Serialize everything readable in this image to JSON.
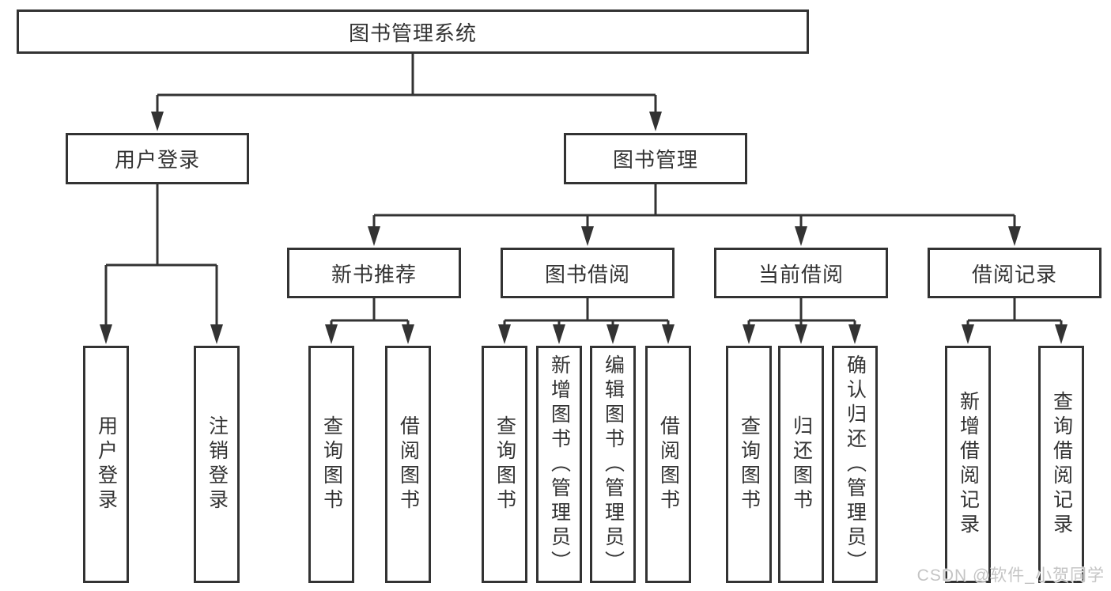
{
  "title": "图书管理系统",
  "tree": {
    "login": {
      "label": "用户登录",
      "children": [
        "用户登录",
        "注销登录"
      ]
    },
    "management": {
      "label": "图书管理",
      "sections": {
        "recommend": {
          "label": "新书推荐",
          "children": [
            "查询图书",
            "借阅图书"
          ]
        },
        "borrow": {
          "label": "图书借阅",
          "children": [
            "查询图书",
            "新增图书（管理员）",
            "编辑图书（管理员）",
            "借阅图书"
          ]
        },
        "current": {
          "label": "当前借阅",
          "children": [
            "查询图书",
            "归还图书",
            "确认归还（管理员）"
          ]
        },
        "records": {
          "label": "借阅记录",
          "children": [
            "新增借阅记录",
            "查询借阅记录"
          ]
        }
      }
    }
  },
  "watermark": "CSDN @软件_小贺同学",
  "colors": {
    "line": "#333333",
    "node_border": "#333333",
    "text": "#333333",
    "watermark": "#c4c4c4",
    "background": "#ffffff"
  }
}
